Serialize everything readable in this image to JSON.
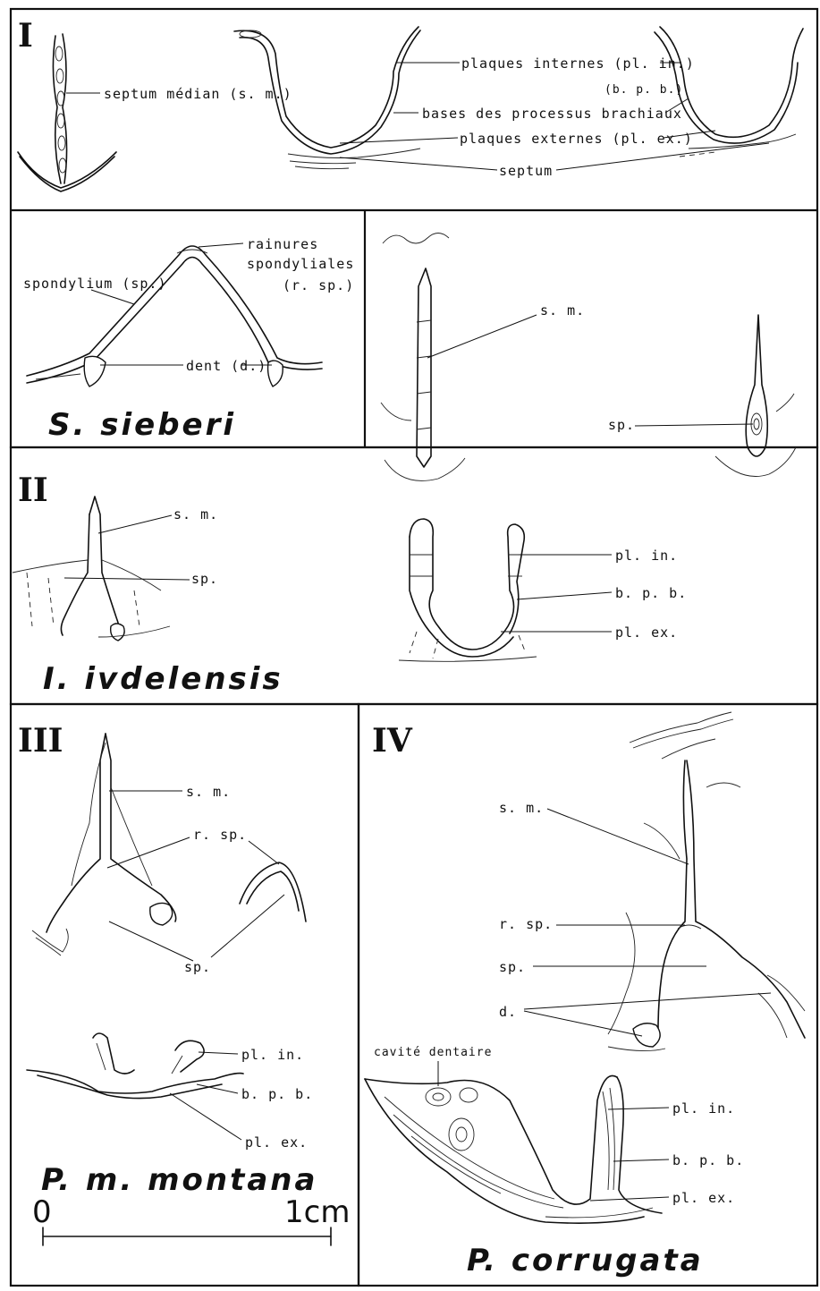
{
  "panels": {
    "p1": {
      "roman": "I",
      "species": "S. sieberi",
      "labels": {
        "septum_median": "septum médian (s. m.)",
        "plaques_internes": "plaques internes (pl. in.)",
        "bpb_abbrev": "(b. p. b.)",
        "bases_processus": "bases des processus brachiaux",
        "plaques_externes": "plaques externes (pl. ex.)",
        "septum": "septum",
        "rainures_1": "rainures",
        "rainures_2": "spondyliales",
        "rainures_3": "(r. sp.)",
        "spondylium": "spondylium (sp.)",
        "dent": "dent (d.)",
        "sm_right": "s. m.",
        "sp_right": "sp."
      }
    },
    "p2": {
      "roman": "II",
      "species": "I. ivdelensis",
      "labels": {
        "sm": "s. m.",
        "sp": "sp.",
        "pl_in": "pl. in.",
        "bpb": "b. p. b.",
        "pl_ex": "pl. ex."
      }
    },
    "p3": {
      "roman": "III",
      "species": "P. m. montana",
      "labels": {
        "sm": "s. m.",
        "rsp": "r. sp.",
        "sp": "sp.",
        "pl_in": "pl. in.",
        "bpb": "b. p. b.",
        "pl_ex": "pl. ex."
      }
    },
    "p4": {
      "roman": "IV",
      "species": "P. corrugata",
      "labels": {
        "sm": "s. m.",
        "rsp": "r. sp.",
        "sp": "sp.",
        "d": "d.",
        "cavite": "cavité dentaire",
        "pl_in": "pl. in.",
        "bpb": "b. p. b.",
        "pl_ex": "pl. ex."
      }
    }
  },
  "scale_bar": {
    "zero": "0",
    "end": "1cm"
  }
}
